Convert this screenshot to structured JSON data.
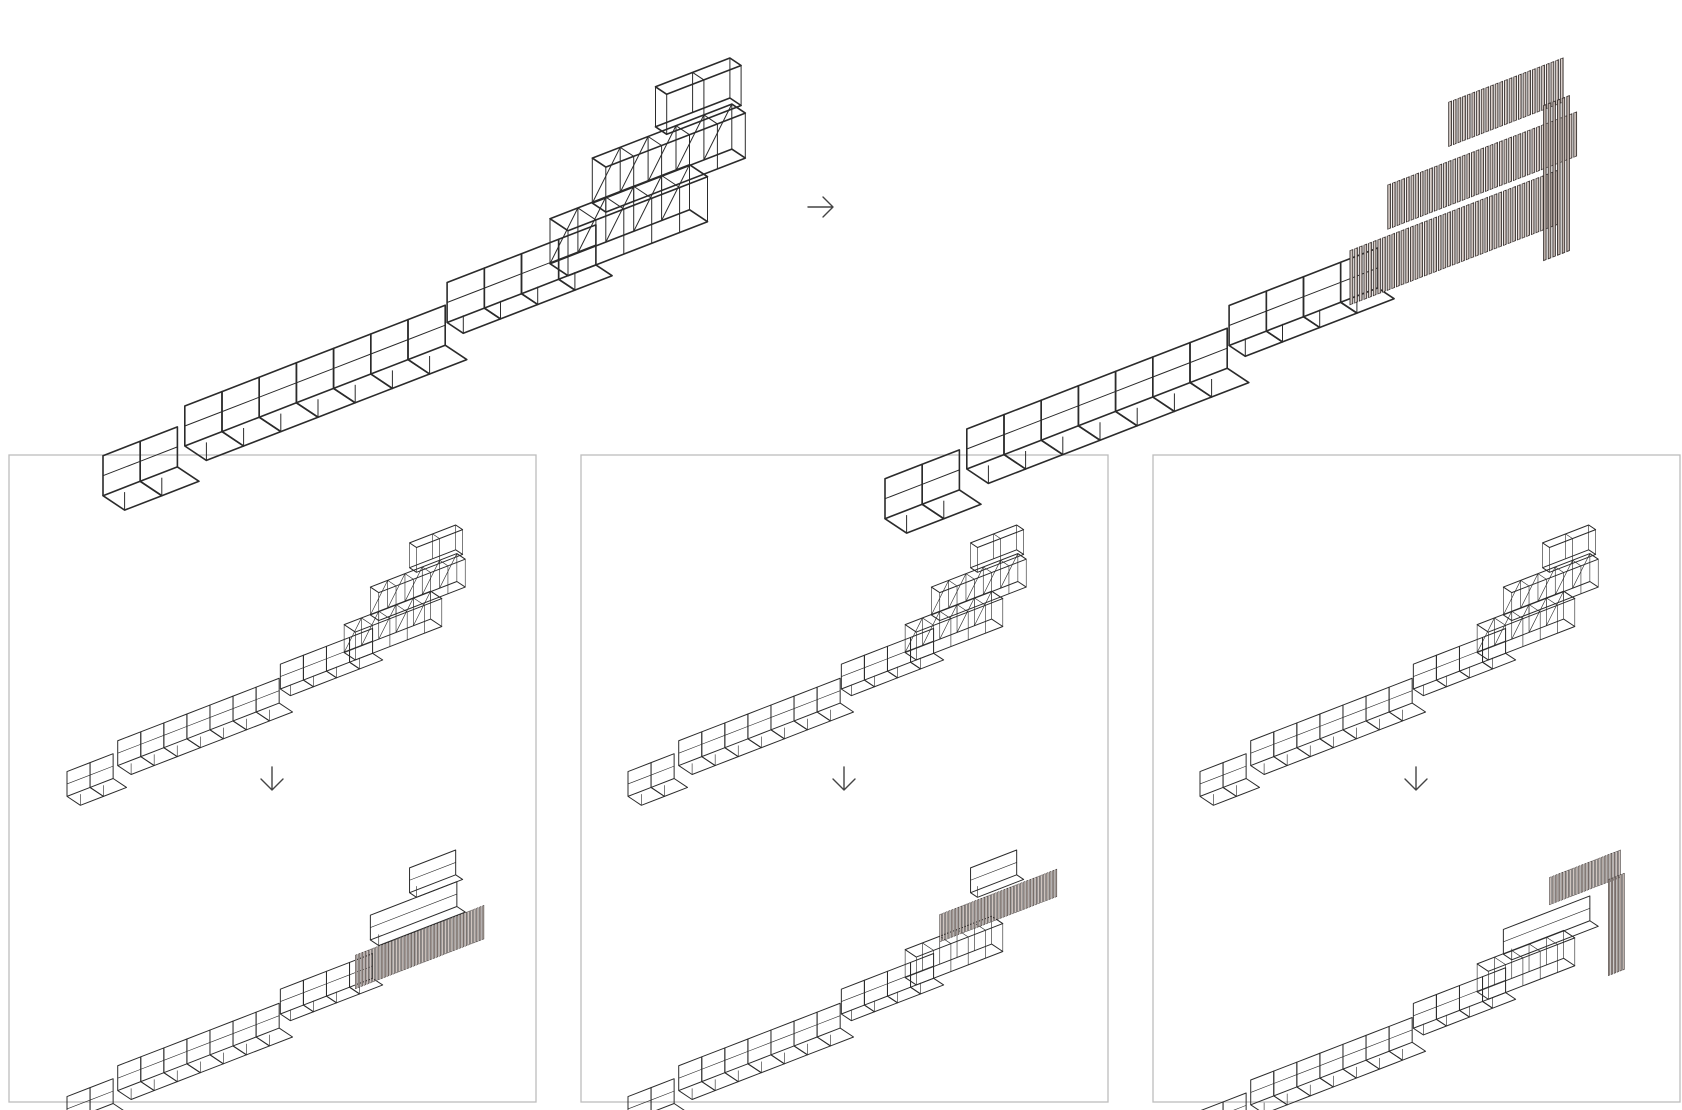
{
  "diagram": {
    "background": "#ffffff",
    "line_color": "#2b2b2b",
    "panel_border_color": "#bdbdbd",
    "slat_color": "#bfb3ad",
    "icons": {
      "step_arrow_right": "arrow-right-icon",
      "step_arrow_down": "arrow-down-icon"
    },
    "top_row": [
      {
        "state": "frame-only"
      },
      {
        "state": "all-cladding"
      }
    ],
    "panels": [
      {
        "before": "frame-only",
        "after": "lower-cladding"
      },
      {
        "before": "frame-only",
        "after": "middle-cladding"
      },
      {
        "before": "frame-only",
        "after": "tower-cladding"
      }
    ]
  }
}
